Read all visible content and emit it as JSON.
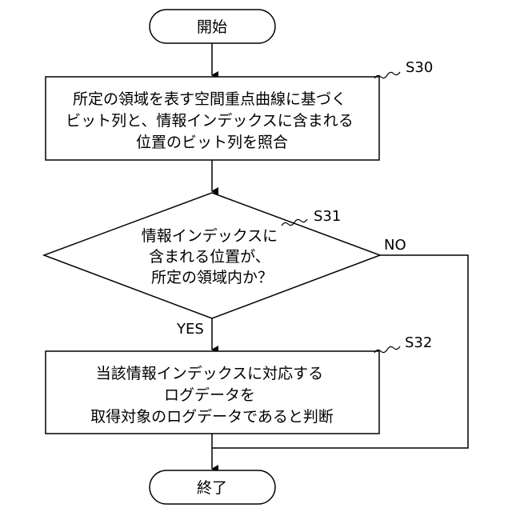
{
  "flowchart": {
    "start": {
      "text": "開始"
    },
    "s30": {
      "label": "S30",
      "lines": [
        "所定の領域を表す空間重点曲線に基づく",
        "ビット列と、情報インデックスに含まれる",
        "位置のビット列を照合"
      ]
    },
    "s31": {
      "label": "S31",
      "lines": [
        "情報インデックスに",
        "含まれる位置が、",
        "所定の領域内か？"
      ],
      "yes": "YES",
      "no": "NO"
    },
    "s32": {
      "label": "S32",
      "lines": [
        "当該情報インデックスに対応する",
        "ログデータを",
        "取得対象のログデータであると判断"
      ]
    },
    "end": {
      "text": "終了"
    }
  }
}
